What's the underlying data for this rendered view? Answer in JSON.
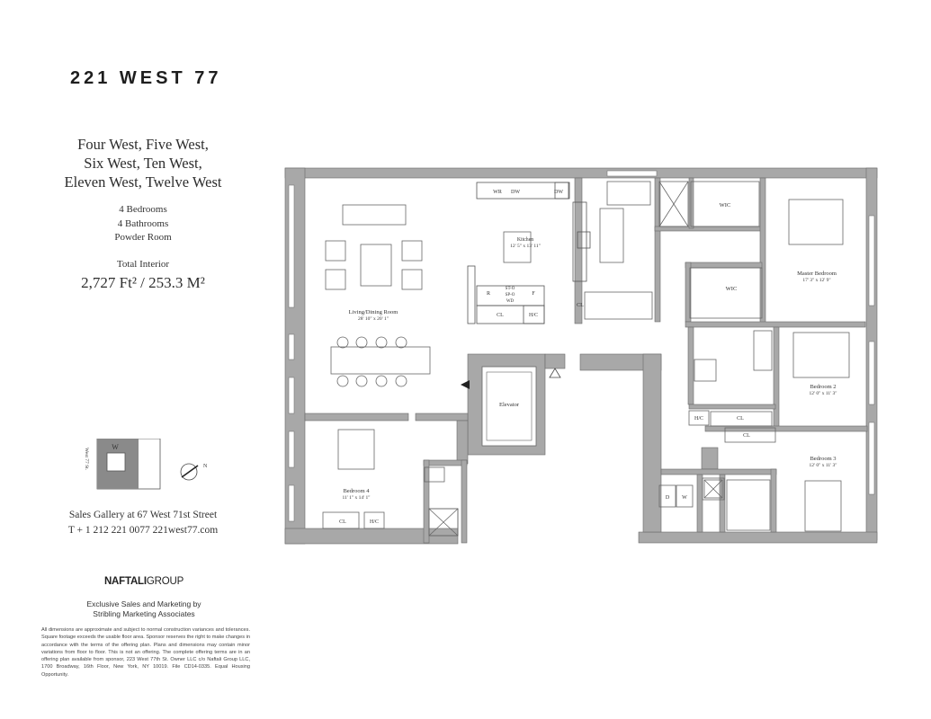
{
  "brand": "221 WEST 77",
  "units": [
    "Four West, Five West,",
    "Six West, Ten West,",
    "Eleven West, Twelve West"
  ],
  "specs": [
    "4 Bedrooms",
    "4 Bathrooms",
    "Powder Room"
  ],
  "total_interior": {
    "label": "Total Interior",
    "value": "2,727 Ft² / 253.3 M²"
  },
  "gallery": {
    "line1": "Sales Gallery at 67 West 71st Street",
    "line2": "T + 1 212 221 0077  221west77.com"
  },
  "developer": {
    "bold": "NAFTALI",
    "rest": "GROUP"
  },
  "exclusive": [
    "Exclusive Sales and Marketing by",
    "Stribling Marketing Associates"
  ],
  "disclaimer": "All dimensions are approximate and subject to normal construction variances and tolerances. Square footage exceeds the usable floor area. Sponsor reserves the right to make changes in accordance with the terms of the offering plan. Plans and dimensions may contain minor variations from floor to floor. This is not an offering. The complete offering terms are in an offering plan available from sponsor, 223 West 77th St. Owner LLC c/o Naftali Group LLC, 1700 Broadway, 16th Floor, New York, NY 10019. File CD14-0335. Equal Housing Opportunity.",
  "keymap": {
    "street": "West 77 St.",
    "unit": "W",
    "north": "N"
  },
  "rooms": {
    "living": {
      "name": "Living/Dining Room",
      "dim": "28' 10\" x 20' 1\""
    },
    "kitchen": {
      "name": "Kitchen",
      "dim": "12' 5\" x 13' 11\""
    },
    "master": {
      "name": "Master Bedroom",
      "dim": "17' 3\" x 12' 9\""
    },
    "bed2": {
      "name": "Bedroom 2",
      "dim": "12' 0\" x 11' 3\""
    },
    "bed3": {
      "name": "Bedroom 3",
      "dim": "12' 0\" x 11' 3\""
    },
    "bed4": {
      "name": "Bedroom 4",
      "dim": "11' 1\" x 14' 1\""
    },
    "elevator": "Elevator",
    "wic": "WIC"
  },
  "fixtures": {
    "wr": "WR",
    "dw": "DW",
    "r": "R",
    "st": "ST-O",
    "sp": "SP-O",
    "wd": "WD",
    "f": "F",
    "cl": "CL",
    "hc": "H/C",
    "d": "D",
    "w": "W"
  }
}
